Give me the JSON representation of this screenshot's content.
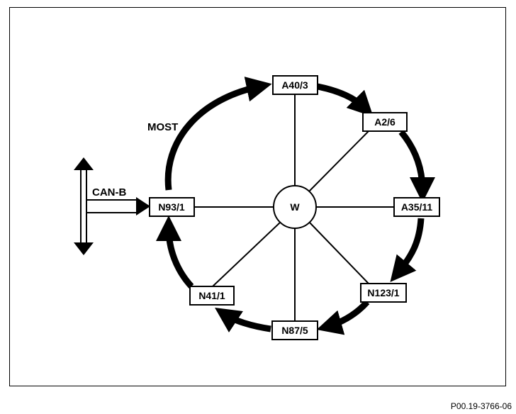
{
  "diagram": {
    "ring_label": "MOST",
    "bus_label": "CAN-B",
    "hub_label": "W",
    "nodes": {
      "a40_3": "A40/3",
      "a2_6": "A2/6",
      "a35_11": "A35/11",
      "n123_1": "N123/1",
      "n87_5": "N87/5",
      "n41_1": "N41/1",
      "n93_1": "N93/1"
    }
  },
  "footer": {
    "reference": "P00.19-3766-06"
  }
}
